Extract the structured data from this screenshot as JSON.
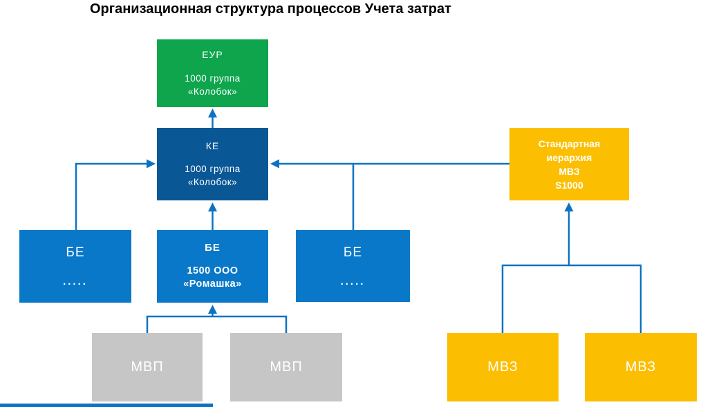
{
  "title": "Организационная структура процессов Учета затрат",
  "colors": {
    "green": "#0EA54D",
    "dark_blue": "#0A5796",
    "blue": "#0A78C8",
    "yellow": "#FCBE00",
    "gray": "#C5C6C5",
    "connector": "#0E72C2",
    "title_text": "#000000",
    "box_text": "#FFFFFF"
  },
  "nodes": {
    "eur": {
      "line1": "ЕУР",
      "line2": "1000 группа",
      "line3": "«Колобок»"
    },
    "ke": {
      "line1": "КЕ",
      "line2": "1000 группа",
      "line3": "«Колобок»"
    },
    "std_hierarchy": {
      "line1": "Стандартная",
      "line2": "иерархия",
      "line3": "МВЗ",
      "line4": "S1000"
    },
    "be_left": {
      "line1": "БЕ",
      "line2": "....."
    },
    "be_center": {
      "line1": "БЕ",
      "line2": "1500 ООО",
      "line3": "«Ромашка»"
    },
    "be_right": {
      "line1": "БЕ",
      "line2": "....."
    },
    "mvp_left": {
      "label": "МВП"
    },
    "mvp_right": {
      "label": "МВП"
    },
    "mvz_left": {
      "label": "МВЗ"
    },
    "mvz_right": {
      "label": "МВЗ"
    }
  }
}
